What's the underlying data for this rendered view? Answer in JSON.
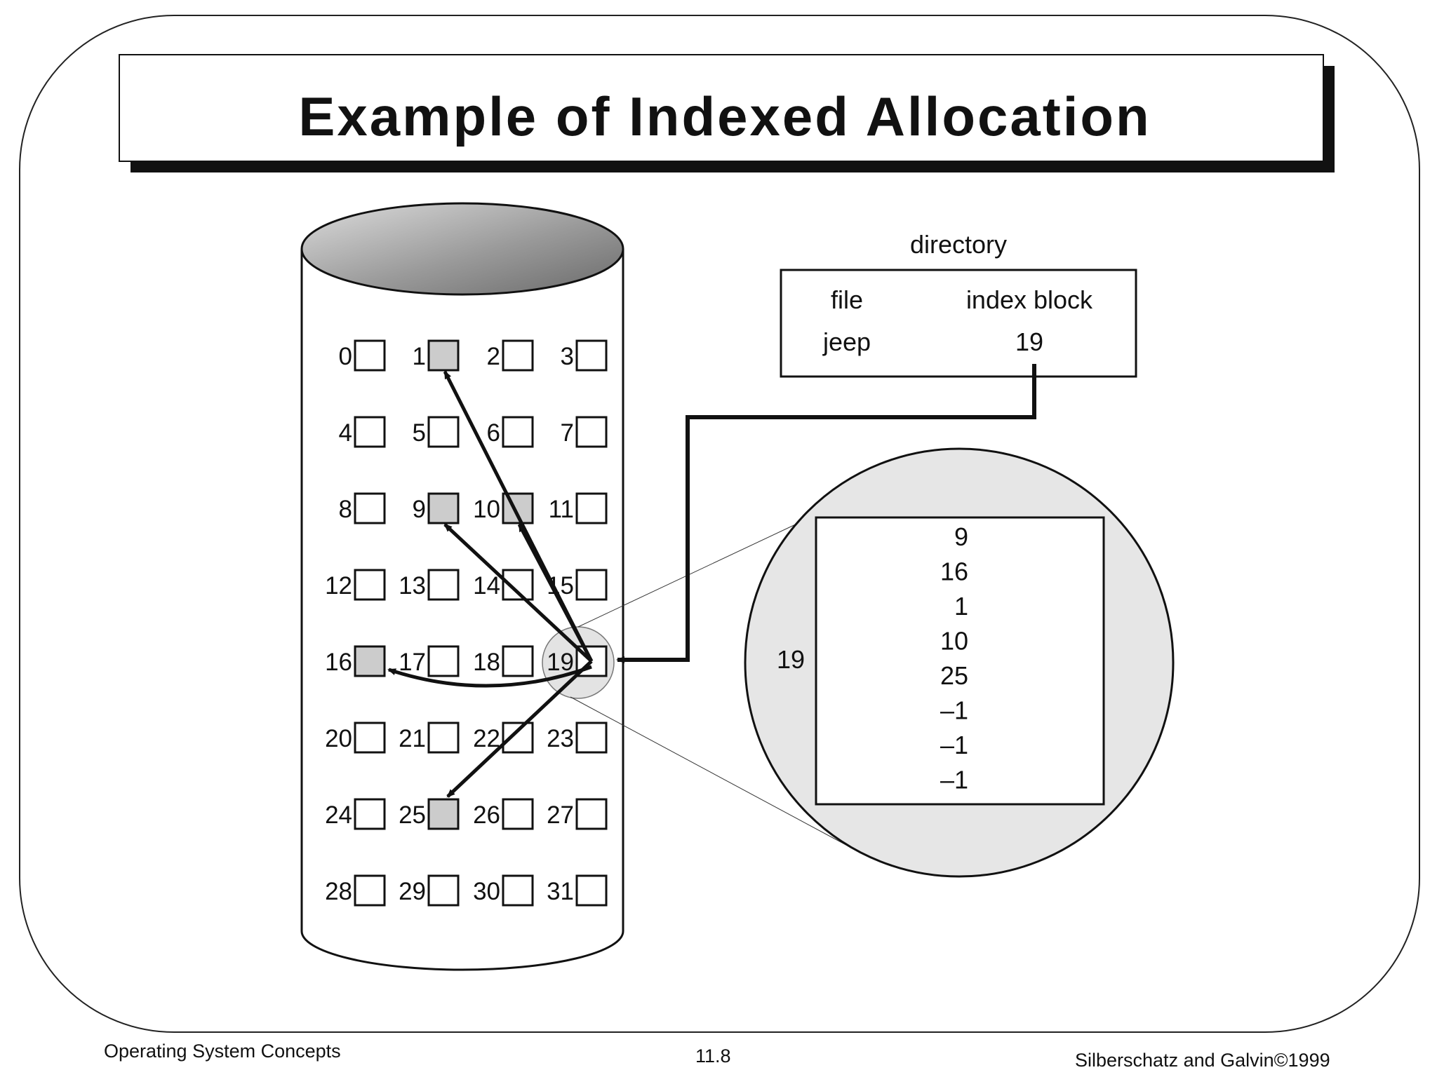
{
  "title": "Example of Indexed Allocation",
  "blocks": [
    {
      "n": "0"
    },
    {
      "n": "1",
      "used": true
    },
    {
      "n": "2"
    },
    {
      "n": "3"
    },
    {
      "n": "4"
    },
    {
      "n": "5"
    },
    {
      "n": "6"
    },
    {
      "n": "7"
    },
    {
      "n": "8"
    },
    {
      "n": "9",
      "used": true
    },
    {
      "n": "10",
      "used": true
    },
    {
      "n": "11"
    },
    {
      "n": "12"
    },
    {
      "n": "13"
    },
    {
      "n": "14"
    },
    {
      "n": "15"
    },
    {
      "n": "16",
      "used": true
    },
    {
      "n": "17"
    },
    {
      "n": "18"
    },
    {
      "n": "19"
    },
    {
      "n": "20"
    },
    {
      "n": "21"
    },
    {
      "n": "22"
    },
    {
      "n": "23"
    },
    {
      "n": "24"
    },
    {
      "n": "25",
      "used": true
    },
    {
      "n": "26"
    },
    {
      "n": "27"
    },
    {
      "n": "28"
    },
    {
      "n": "29"
    },
    {
      "n": "30"
    },
    {
      "n": "31"
    }
  ],
  "index_block_number": "19",
  "directory": {
    "label": "directory",
    "col_file": "file",
    "col_index": "index block",
    "entry_file": "jeep",
    "entry_index": "19"
  },
  "zoom": {
    "label": "19",
    "entries": [
      "9",
      "16",
      "1",
      "10",
      "25",
      "–1",
      "–1",
      "–1"
    ]
  },
  "arrow_targets": [
    "9",
    "16",
    "1",
    "10",
    "25"
  ],
  "footer": {
    "left": "Operating System Concepts",
    "center": "11.8",
    "right": "Silberschatz and Galvin©1999"
  },
  "colors": {
    "used_block": "#cccccc",
    "zoom_fill": "#e6e6e6",
    "line": "#111111"
  }
}
